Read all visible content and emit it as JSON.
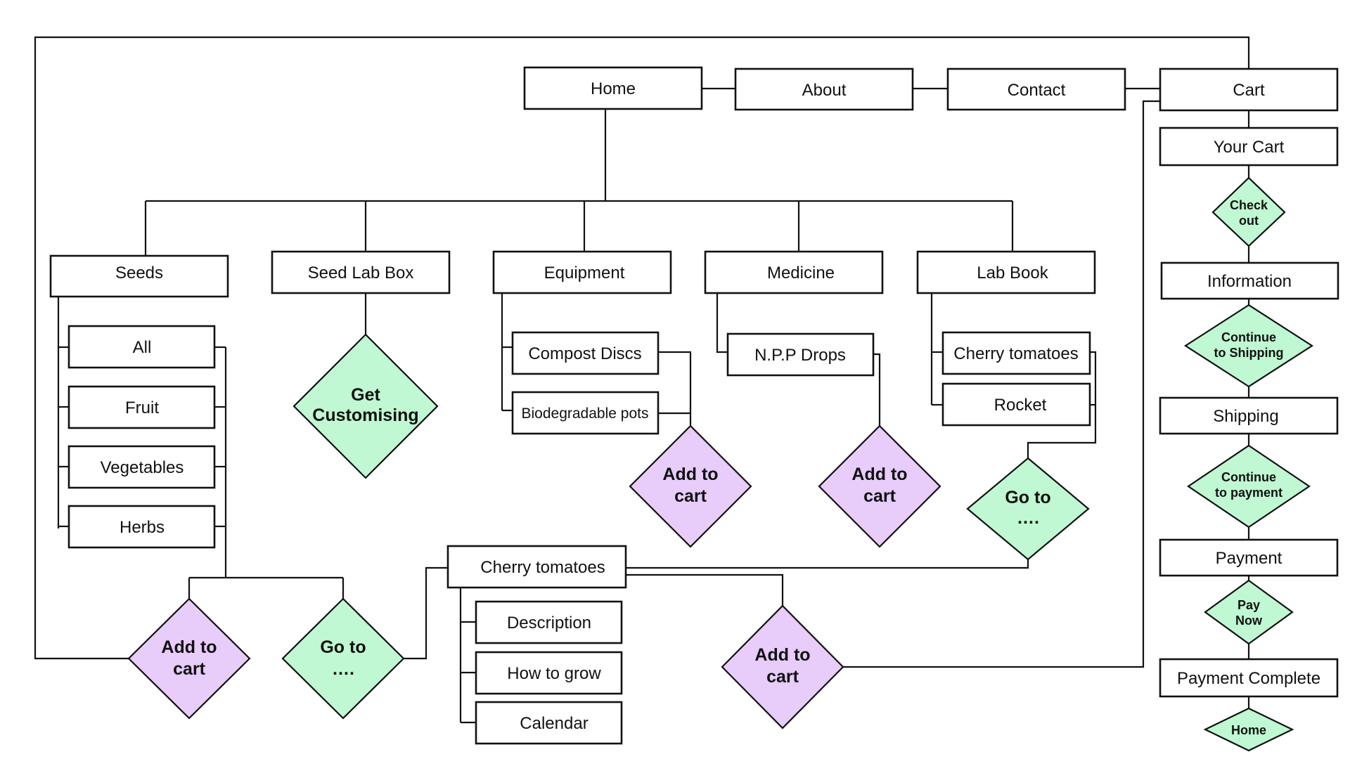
{
  "nav": {
    "home": "Home",
    "about": "About",
    "contact": "Contact",
    "cart": "Cart"
  },
  "categories": {
    "seeds": "Seeds",
    "seed_lab_box": "Seed Lab Box",
    "equipment": "Equipment",
    "medicine": "Medicine",
    "lab_book": "Lab Book"
  },
  "seeds_items": [
    "All",
    "Fruit",
    "Vegetables",
    "Herbs"
  ],
  "equipment_items": [
    "Compost Discs",
    "Biodegradable pots"
  ],
  "medicine_items": [
    "N.P.P Drops"
  ],
  "labbook_items": [
    "Cherry tomatoes",
    "Rocket"
  ],
  "product": {
    "title": "Cherry tomatoes",
    "items": [
      "Description",
      "How to grow",
      "Calendar"
    ]
  },
  "actions": {
    "get_customising": [
      "Get",
      "Customising"
    ],
    "add_to_cart": [
      "Add to",
      "cart"
    ],
    "go_to": [
      "Go to",
      "…."
    ]
  },
  "checkout": {
    "your_cart": "Your Cart",
    "check_out": [
      "Check",
      "out"
    ],
    "information": "Information",
    "continue_shipping": [
      "Continue",
      "to Shipping"
    ],
    "shipping": "Shipping",
    "continue_payment": [
      "Continue",
      "to payment"
    ],
    "payment": "Payment",
    "pay_now": [
      "Pay",
      "Now"
    ],
    "payment_complete": "Payment Complete",
    "home": "Home"
  },
  "colors": {
    "green_diamond": "#bff8d2",
    "purple_diamond": "#e8ccfa",
    "stroke": "#111111"
  }
}
